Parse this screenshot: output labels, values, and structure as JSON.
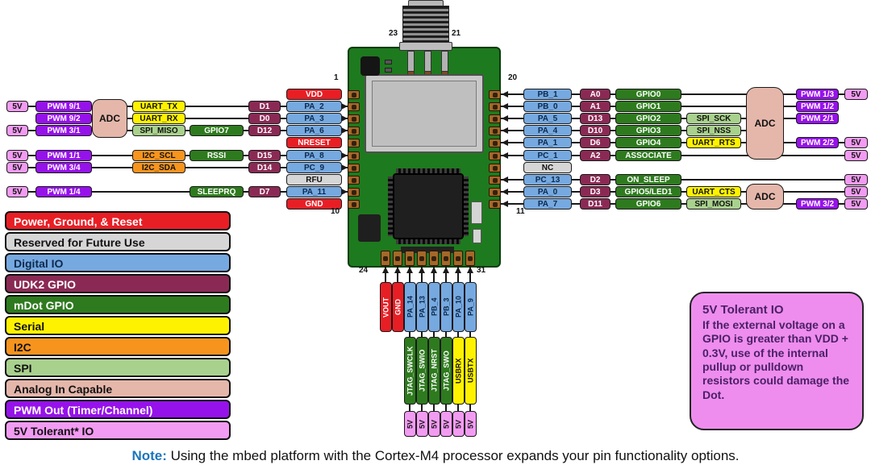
{
  "palette": {
    "red": "#E81E25",
    "blue": "#76A9E0",
    "blue_text": "#0D2A4D",
    "maroon": "#8A2A54",
    "green": "#2E7A1E",
    "yellow": "#FFF200",
    "orange": "#F7941D",
    "ltgreen": "#A9D18E",
    "dustpink": "#E5B7AB",
    "purple": "#9612EA",
    "pink": "#F29BF2",
    "gray": "#D6D6D6",
    "pcb": "#1E7A1E",
    "pcb_border": "#0A3D0A",
    "pad": "#A5682A",
    "pad_slot": "#34200C",
    "note_bg": "#EE8DEE",
    "note_text": "#4A1F66",
    "footer_blue": "#1B75BC",
    "line": "#1A1A1A"
  },
  "labels": {
    "v5": "5V",
    "adc": "ADC"
  },
  "pin_numbers": {
    "top_left": "1",
    "bottom_left": "10",
    "top_right": "20",
    "bottom_right": "11",
    "ant_left": "23",
    "ant_right": "21",
    "bot_row_left": "24",
    "bot_row_right": "31"
  },
  "left_rows": [
    {
      "pin": "VDD",
      "type": "power"
    },
    {
      "pin": "PA_2",
      "type": "io",
      "v5": true,
      "pwm": "PWM 9/1",
      "serial": {
        "label": "UART_TX",
        "bg": "yellow"
      },
      "d": "D1"
    },
    {
      "pin": "PA_3",
      "type": "io",
      "v5": false,
      "pwm": "PWM 9/2",
      "serial": {
        "label": "UART_RX",
        "bg": "yellow"
      },
      "d": "D0"
    },
    {
      "pin": "PA_6",
      "type": "io",
      "v5": true,
      "pwm": "PWM 3/1",
      "serial": {
        "label": "SPI_MISO",
        "bg": "ltgreen"
      },
      "green": "GPIO7",
      "d": "D12"
    },
    {
      "pin": "NRESET",
      "type": "power"
    },
    {
      "pin": "PA_8",
      "type": "io",
      "v5": true,
      "pwm": "PWM 1/1",
      "serial": {
        "label": "I2C_SCL",
        "bg": "orange"
      },
      "green": "RSSI",
      "d": "D15"
    },
    {
      "pin": "PC_9",
      "type": "io",
      "v5": true,
      "pwm": "PWM 3/4",
      "serial": {
        "label": "I2C_SDA",
        "bg": "orange"
      },
      "d": "D14"
    },
    {
      "pin": "RFU",
      "type": "rfu"
    },
    {
      "pin": "PA_11",
      "type": "io",
      "v5": true,
      "pwm": "PWM 1/4",
      "green": "SLEEPRQ",
      "d": "D7"
    },
    {
      "pin": "GND",
      "type": "power"
    }
  ],
  "right_rows": [
    {
      "pin": "PB_1",
      "type": "io",
      "ad": "A0",
      "gpio": "GPIO0",
      "pwm": "PWM 1/3",
      "v5": true,
      "end": "v5"
    },
    {
      "pin": "PB_0",
      "type": "io",
      "ad": "A1",
      "gpio": "GPIO1",
      "pwm": "PWM 1/2",
      "end": "pwm"
    },
    {
      "pin": "PA_5",
      "type": "io",
      "ad": "D13",
      "gpio": "GPIO2",
      "serial": {
        "label": "SPI_SCK",
        "bg": "ltgreen"
      },
      "pwm": "PWM 2/1",
      "end": "pwm"
    },
    {
      "pin": "PA_4",
      "type": "io",
      "ad": "D10",
      "gpio": "GPIO3",
      "serial": {
        "label": "SPI_NSS",
        "bg": "ltgreen"
      },
      "end": "adc"
    },
    {
      "pin": "PA_1",
      "type": "io",
      "ad": "D6",
      "gpio": "GPIO4",
      "serial": {
        "label": "UART_RTS",
        "bg": "yellow"
      },
      "pwm": "PWM 2/2",
      "v5": true,
      "end": "v5"
    },
    {
      "pin": "PC_1",
      "type": "io",
      "ad": "A2",
      "gpio": "ASSOCIATE",
      "v5": true,
      "end": "v5"
    },
    {
      "pin": "NC",
      "type": "rfu",
      "end": "none"
    },
    {
      "pin": "PC_13",
      "type": "io",
      "ad": "D2",
      "gpio": "ON_SLEEP",
      "v5": true,
      "end": "v5"
    },
    {
      "pin": "PA_0",
      "type": "io",
      "ad": "D3",
      "gpio": "GPIO5/LED1",
      "serial": {
        "label": "UART_CTS",
        "bg": "yellow"
      },
      "v5": true,
      "end": "v5"
    },
    {
      "pin": "PA_7",
      "type": "io",
      "ad": "D11",
      "gpio": "GPIO6",
      "serial": {
        "label": "SPI_MOSI",
        "bg": "ltgreen"
      },
      "pwm": "PWM 3/2",
      "v5": true,
      "end": "v5"
    }
  ],
  "bottom_pins": [
    {
      "pin": "VOUT",
      "type": "power"
    },
    {
      "pin": "GND",
      "type": "power"
    },
    {
      "pin": "PA_14",
      "type": "io",
      "ext": "JTAG_SWCLK",
      "ebg": "green",
      "v5": true
    },
    {
      "pin": "PA_13",
      "type": "io",
      "ext": "JTAG_SWIO",
      "ebg": "green",
      "v5": true
    },
    {
      "pin": "PB_4",
      "type": "io",
      "ext": "JTAG_NRST",
      "ebg": "green",
      "v5": true
    },
    {
      "pin": "PB_3",
      "type": "io",
      "ext": "JTAG_SWO",
      "ebg": "green",
      "v5": true
    },
    {
      "pin": "PA_10",
      "type": "io",
      "ext": "USBRX",
      "ebg": "yellow",
      "v5": true
    },
    {
      "pin": "PA_9",
      "type": "io",
      "ext": "USBTX",
      "ebg": "yellow",
      "v5": true
    }
  ],
  "legend": [
    {
      "label": "Power, Ground, & Reset",
      "bg": "red",
      "fg": "#ffffff"
    },
    {
      "label": "Reserved for Future Use",
      "bg": "gray",
      "fg": "#111111"
    },
    {
      "label": "Digital IO",
      "bg": "blue",
      "fg": "#0D2A4D"
    },
    {
      "label": "UDK2 GPIO",
      "bg": "maroon",
      "fg": "#ffffff"
    },
    {
      "label": "mDot GPIO",
      "bg": "green",
      "fg": "#ffffff"
    },
    {
      "label": "Serial",
      "bg": "yellow",
      "fg": "#111111"
    },
    {
      "label": "I2C",
      "bg": "orange",
      "fg": "#111111"
    },
    {
      "label": "SPI",
      "bg": "ltgreen",
      "fg": "#111111"
    },
    {
      "label": "Analog In Capable",
      "bg": "dustpink",
      "fg": "#111111"
    },
    {
      "label": "PWM Out (Timer/Channel)",
      "bg": "purple",
      "fg": "#ffffff"
    },
    {
      "label": "5V Tolerant* IO",
      "bg": "pink",
      "fg": "#111111"
    }
  ],
  "note_box": {
    "title": "5V Tolerant IO",
    "body": "If the external voltage on a GPIO is greater than VDD + 0.3V, use of the internal pullup or pulldown resistors could damage the Dot."
  },
  "footer": {
    "prefix": "Note:",
    "text": " Using the mbed platform with the Cortex-M4 processor expands your pin functionality options."
  }
}
